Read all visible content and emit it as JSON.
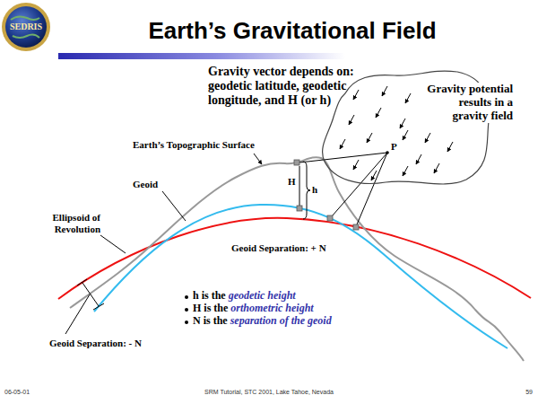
{
  "diagram": {
    "title": "Earth’s Gravitational Field",
    "nodes": [
      {
        "text": [
          "Gravity potential results in a gravity field",
          "P"
        ]
      }
    ],
    "labels": [
      "SEDRIS",
      "Gravity vector depends on: geodetic latitude, geodetic longitude, and H (or h)",
      "Earth’s Topographic Surface",
      "Geoid",
      "Ellipsoid of Revolution",
      "H",
      "h",
      "Geoid Separation: + N",
      "h is the",
      "geodetic height",
      "H is the",
      "orthometric height",
      "N is the",
      "separation of the geoid",
      "Geoid Separation: - N",
      "06-05-01",
      "SRM Tutorial, STC 2001, Lake Tahoe, Nevada",
      "59"
    ]
  }
}
